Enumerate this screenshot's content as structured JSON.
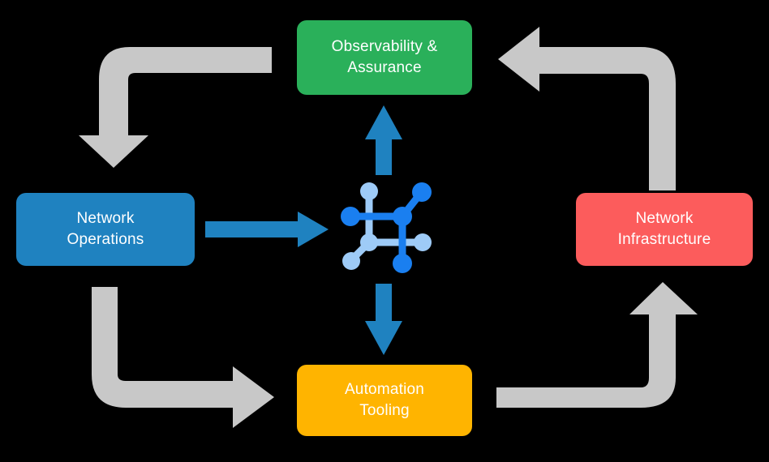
{
  "diagram": {
    "title": "Network automation lifecycle diagram",
    "background_color": "#000000",
    "nodes": [
      {
        "id": "observability",
        "label_line1": "Observability &",
        "label_line2": "Assurance",
        "color": "#2ab05a",
        "position": "top"
      },
      {
        "id": "network-operations",
        "label_line1": "Network",
        "label_line2": "Operations",
        "color": "#1f82c0",
        "position": "left"
      },
      {
        "id": "network-infrastructure",
        "label_line1": "Network",
        "label_line2": "Infrastructure",
        "color": "#fc5c5c",
        "position": "right"
      },
      {
        "id": "automation-tooling",
        "label_line1": "Automation",
        "label_line2": "Tooling",
        "color": "#ffb400",
        "position": "bottom"
      }
    ],
    "center_icon": {
      "name": "network-topology-icon",
      "color_primary": "#1a7ff0",
      "color_secondary": "#9ecbf7"
    },
    "blue_arrows": {
      "color": "#1f82c0",
      "items": [
        {
          "id": "arrow-center-to-observability",
          "direction": "up"
        },
        {
          "id": "arrow-operations-to-center",
          "direction": "right"
        },
        {
          "id": "arrow-center-to-automation",
          "direction": "down"
        }
      ]
    },
    "gray_arrows": {
      "color": "#c8c8c8",
      "items": [
        {
          "id": "arrow-observability-to-operations",
          "direction": "down-left-elbow"
        },
        {
          "id": "arrow-infrastructure-to-observability",
          "direction": "up-left-elbow"
        },
        {
          "id": "arrow-operations-to-automation",
          "direction": "down-right-elbow"
        },
        {
          "id": "arrow-automation-to-infrastructure",
          "direction": "right-up-elbow"
        }
      ]
    }
  }
}
